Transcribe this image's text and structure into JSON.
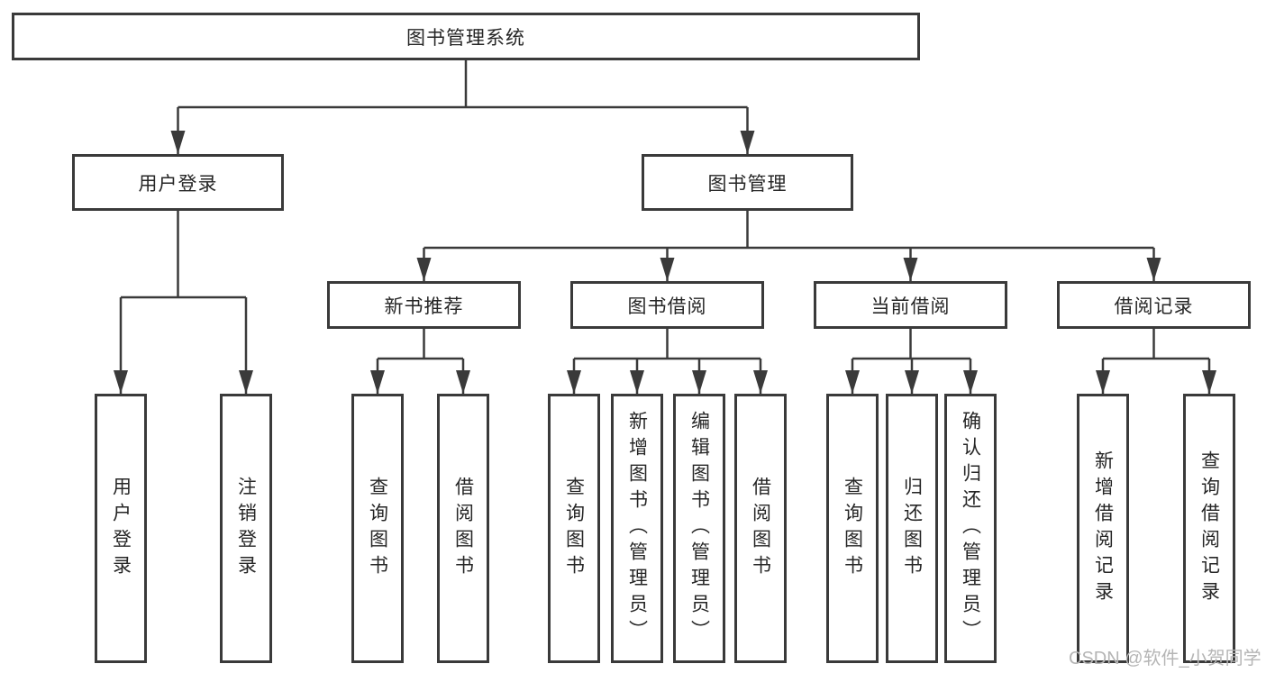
{
  "diagram": {
    "root": "图书管理系统",
    "user_login": {
      "label": "用户登录",
      "children": [
        "用户登录",
        "注销登录"
      ]
    },
    "book_mgmt": {
      "label": "图书管理",
      "sections": [
        {
          "label": "新书推荐",
          "children": [
            "查询图书",
            "借阅图书"
          ]
        },
        {
          "label": "图书借阅",
          "children": [
            "查询图书",
            "新增图书（管理员）",
            "编辑图书（管理员）",
            "借阅图书"
          ]
        },
        {
          "label": "当前借阅",
          "children": [
            "查询图书",
            "归还图书",
            "确认归还（管理员）"
          ]
        },
        {
          "label": "借阅记录",
          "children": [
            "新增借阅记录",
            "查询借阅记录"
          ]
        }
      ]
    }
  },
  "watermark": "CSDN @软件_小贺同学",
  "colors": {
    "line": "#3a3a3a",
    "box_border": "#3a3a3a",
    "box_bg": "#ffffff",
    "text": "#262626",
    "watermark": "#b5b5b5",
    "background": "#ffffff"
  }
}
